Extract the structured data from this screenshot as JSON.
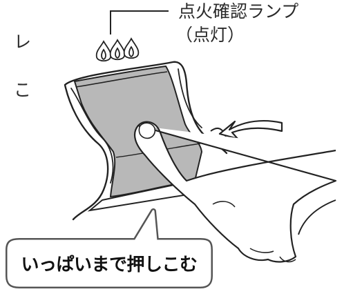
{
  "labels": {
    "lamp_title": "点火確認ランプ",
    "lamp_state": "（点灯）",
    "left_fragment_1": "レ",
    "left_fragment_2": "こ",
    "instruction": "いっぱいまで押しこむ"
  },
  "colors": {
    "line": "#222222",
    "button_fill": "#b8b8b8",
    "callout_border": "#555555",
    "background": "#ffffff"
  },
  "icons": [
    "flame-icon",
    "flame-icon",
    "flame-icon",
    "press-direction-arrow-icon"
  ]
}
